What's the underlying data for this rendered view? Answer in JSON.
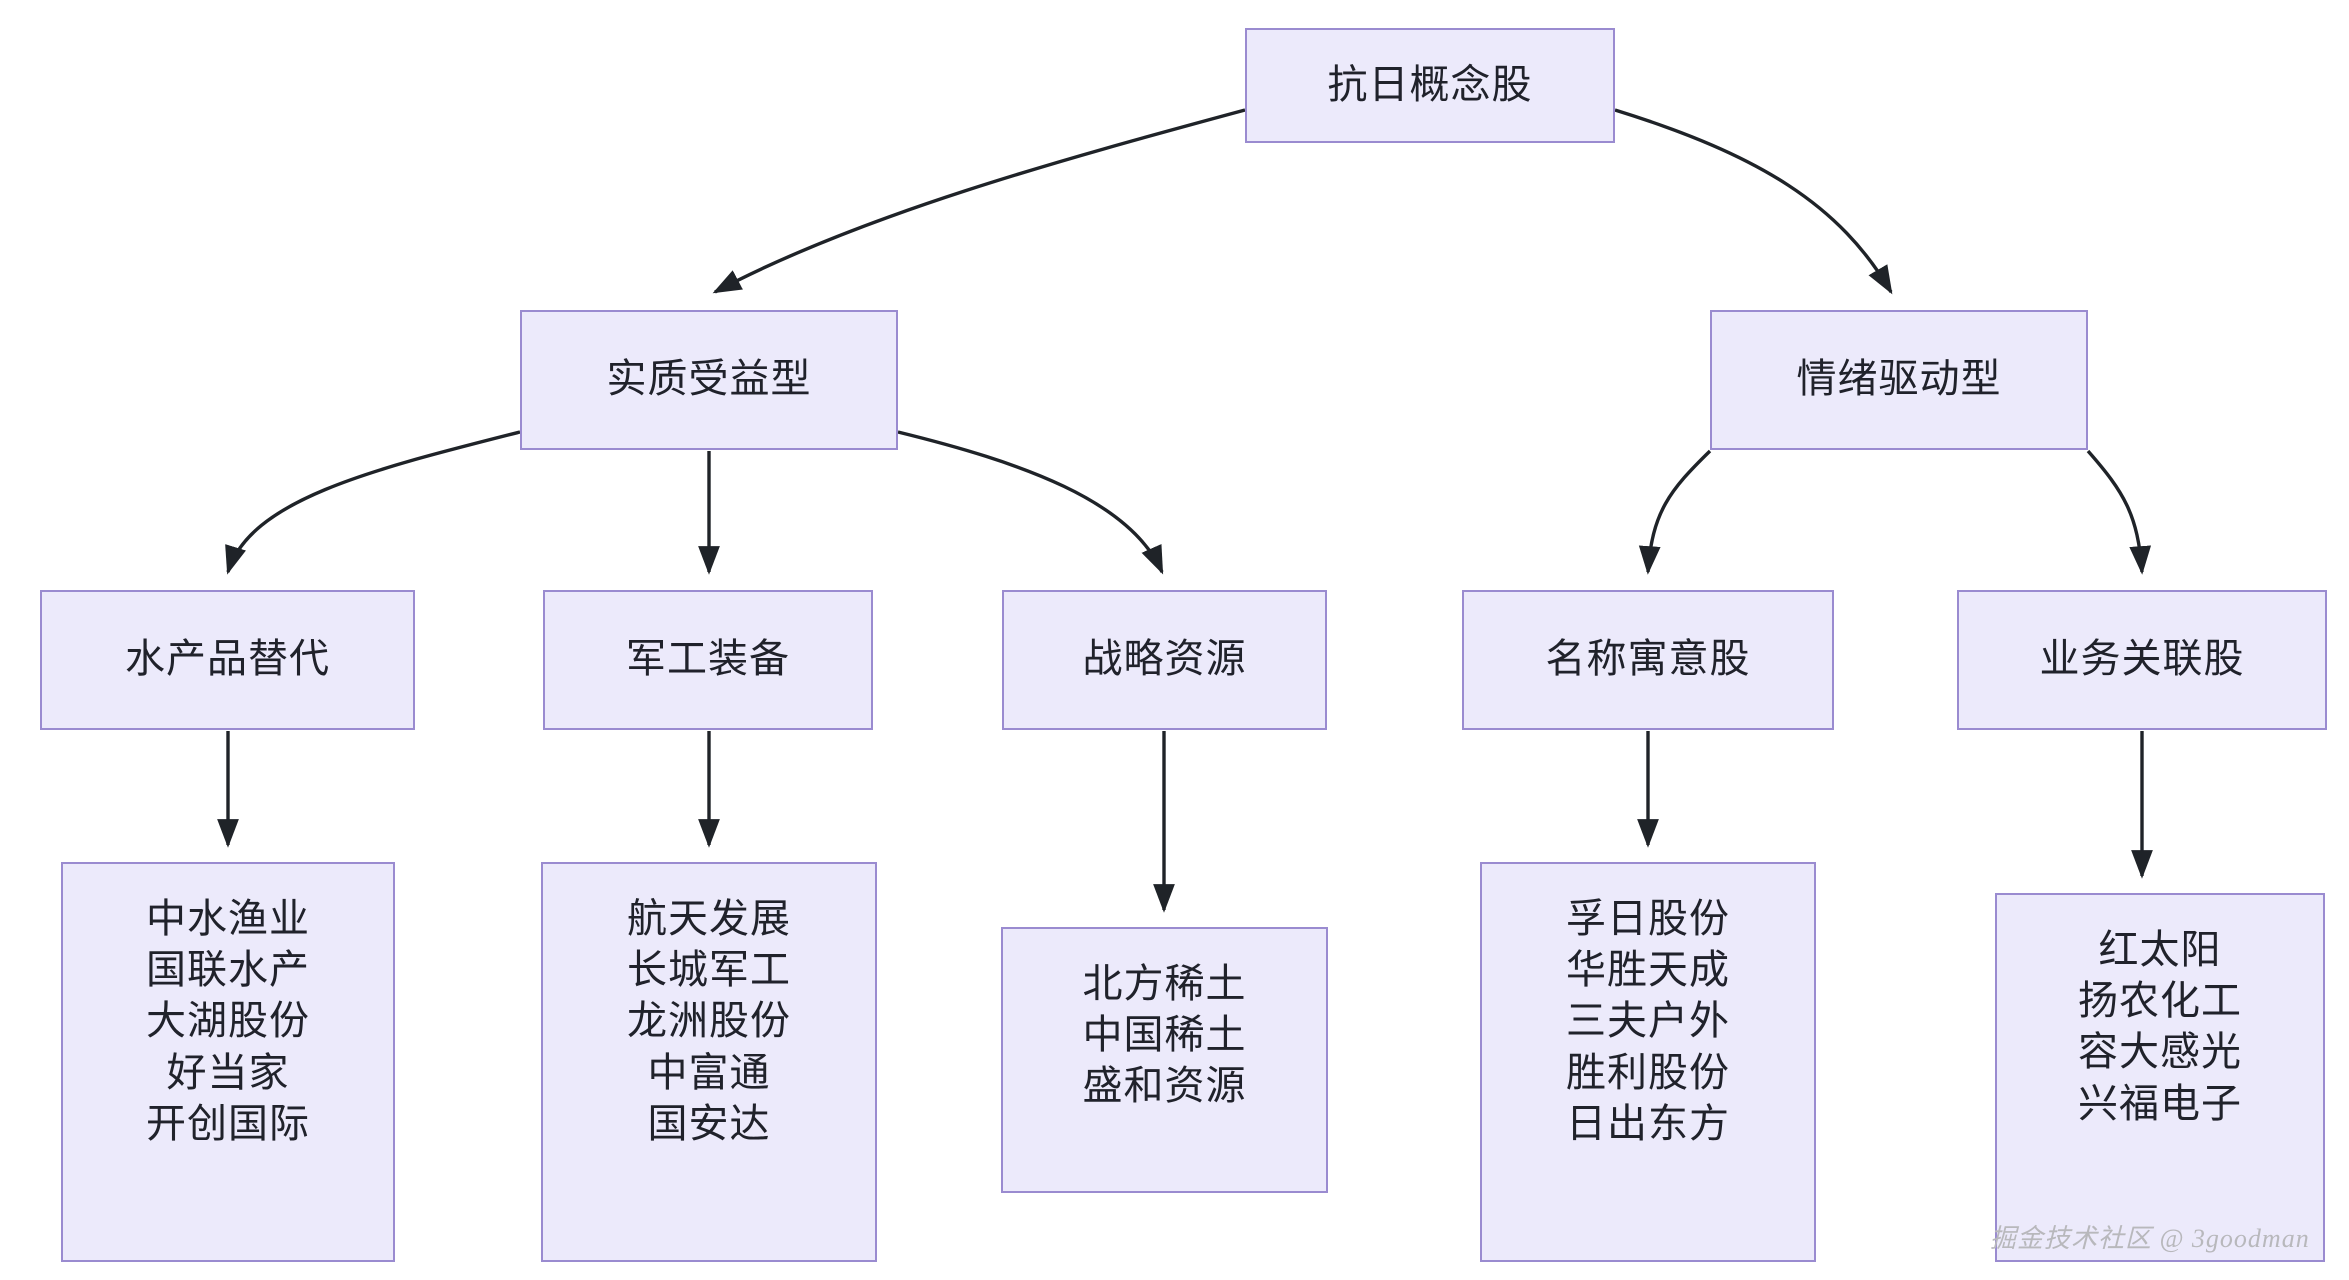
{
  "diagram": {
    "type": "flowchart",
    "direction": "top-down",
    "title_node": "抗日概念股",
    "theme": {
      "node_fill": "#eceafb",
      "node_border": "#9a8bd0",
      "edge_color": "#1f2328",
      "text_color": "#20222b",
      "background": "#ffffff"
    },
    "nodes": {
      "root": {
        "label": "抗日概念股"
      },
      "level1": [
        {
          "id": "substantive",
          "label": "实质受益型"
        },
        {
          "id": "sentiment",
          "label": "情绪驱动型"
        }
      ],
      "level2": [
        {
          "id": "aquatic",
          "label": "水产品替代"
        },
        {
          "id": "defense",
          "label": "军工装备"
        },
        {
          "id": "strategic",
          "label": "战略资源"
        },
        {
          "id": "naming",
          "label": "名称寓意股"
        },
        {
          "id": "business",
          "label": "业务关联股"
        }
      ],
      "level3": [
        {
          "id": "aquatic-stocks",
          "items": [
            "中水渔业",
            "国联水产",
            "大湖股份",
            "好当家",
            "开创国际"
          ]
        },
        {
          "id": "defense-stocks",
          "items": [
            "航天发展",
            "长城军工",
            "龙洲股份",
            "中富通",
            "国安达"
          ]
        },
        {
          "id": "strategic-stocks",
          "items": [
            "北方稀土",
            "中国稀土",
            "盛和资源"
          ]
        },
        {
          "id": "naming-stocks",
          "items": [
            "孚日股份",
            "华胜天成",
            "三夫户外",
            "胜利股份",
            "日出东方"
          ]
        },
        {
          "id": "business-stocks",
          "items": [
            "红太阳",
            "扬农化工",
            "容大感光",
            "兴福电子"
          ]
        }
      ]
    },
    "edges": [
      {
        "from": "root",
        "to": "substantive"
      },
      {
        "from": "root",
        "to": "sentiment"
      },
      {
        "from": "substantive",
        "to": "aquatic"
      },
      {
        "from": "substantive",
        "to": "defense"
      },
      {
        "from": "substantive",
        "to": "strategic"
      },
      {
        "from": "sentiment",
        "to": "naming"
      },
      {
        "from": "sentiment",
        "to": "business"
      },
      {
        "from": "aquatic",
        "to": "aquatic-stocks"
      },
      {
        "from": "defense",
        "to": "defense-stocks"
      },
      {
        "from": "strategic",
        "to": "strategic-stocks"
      },
      {
        "from": "naming",
        "to": "naming-stocks"
      },
      {
        "from": "business",
        "to": "business-stocks"
      }
    ]
  },
  "watermark": {
    "text": "掘金技术社区 @ 3goodman"
  }
}
